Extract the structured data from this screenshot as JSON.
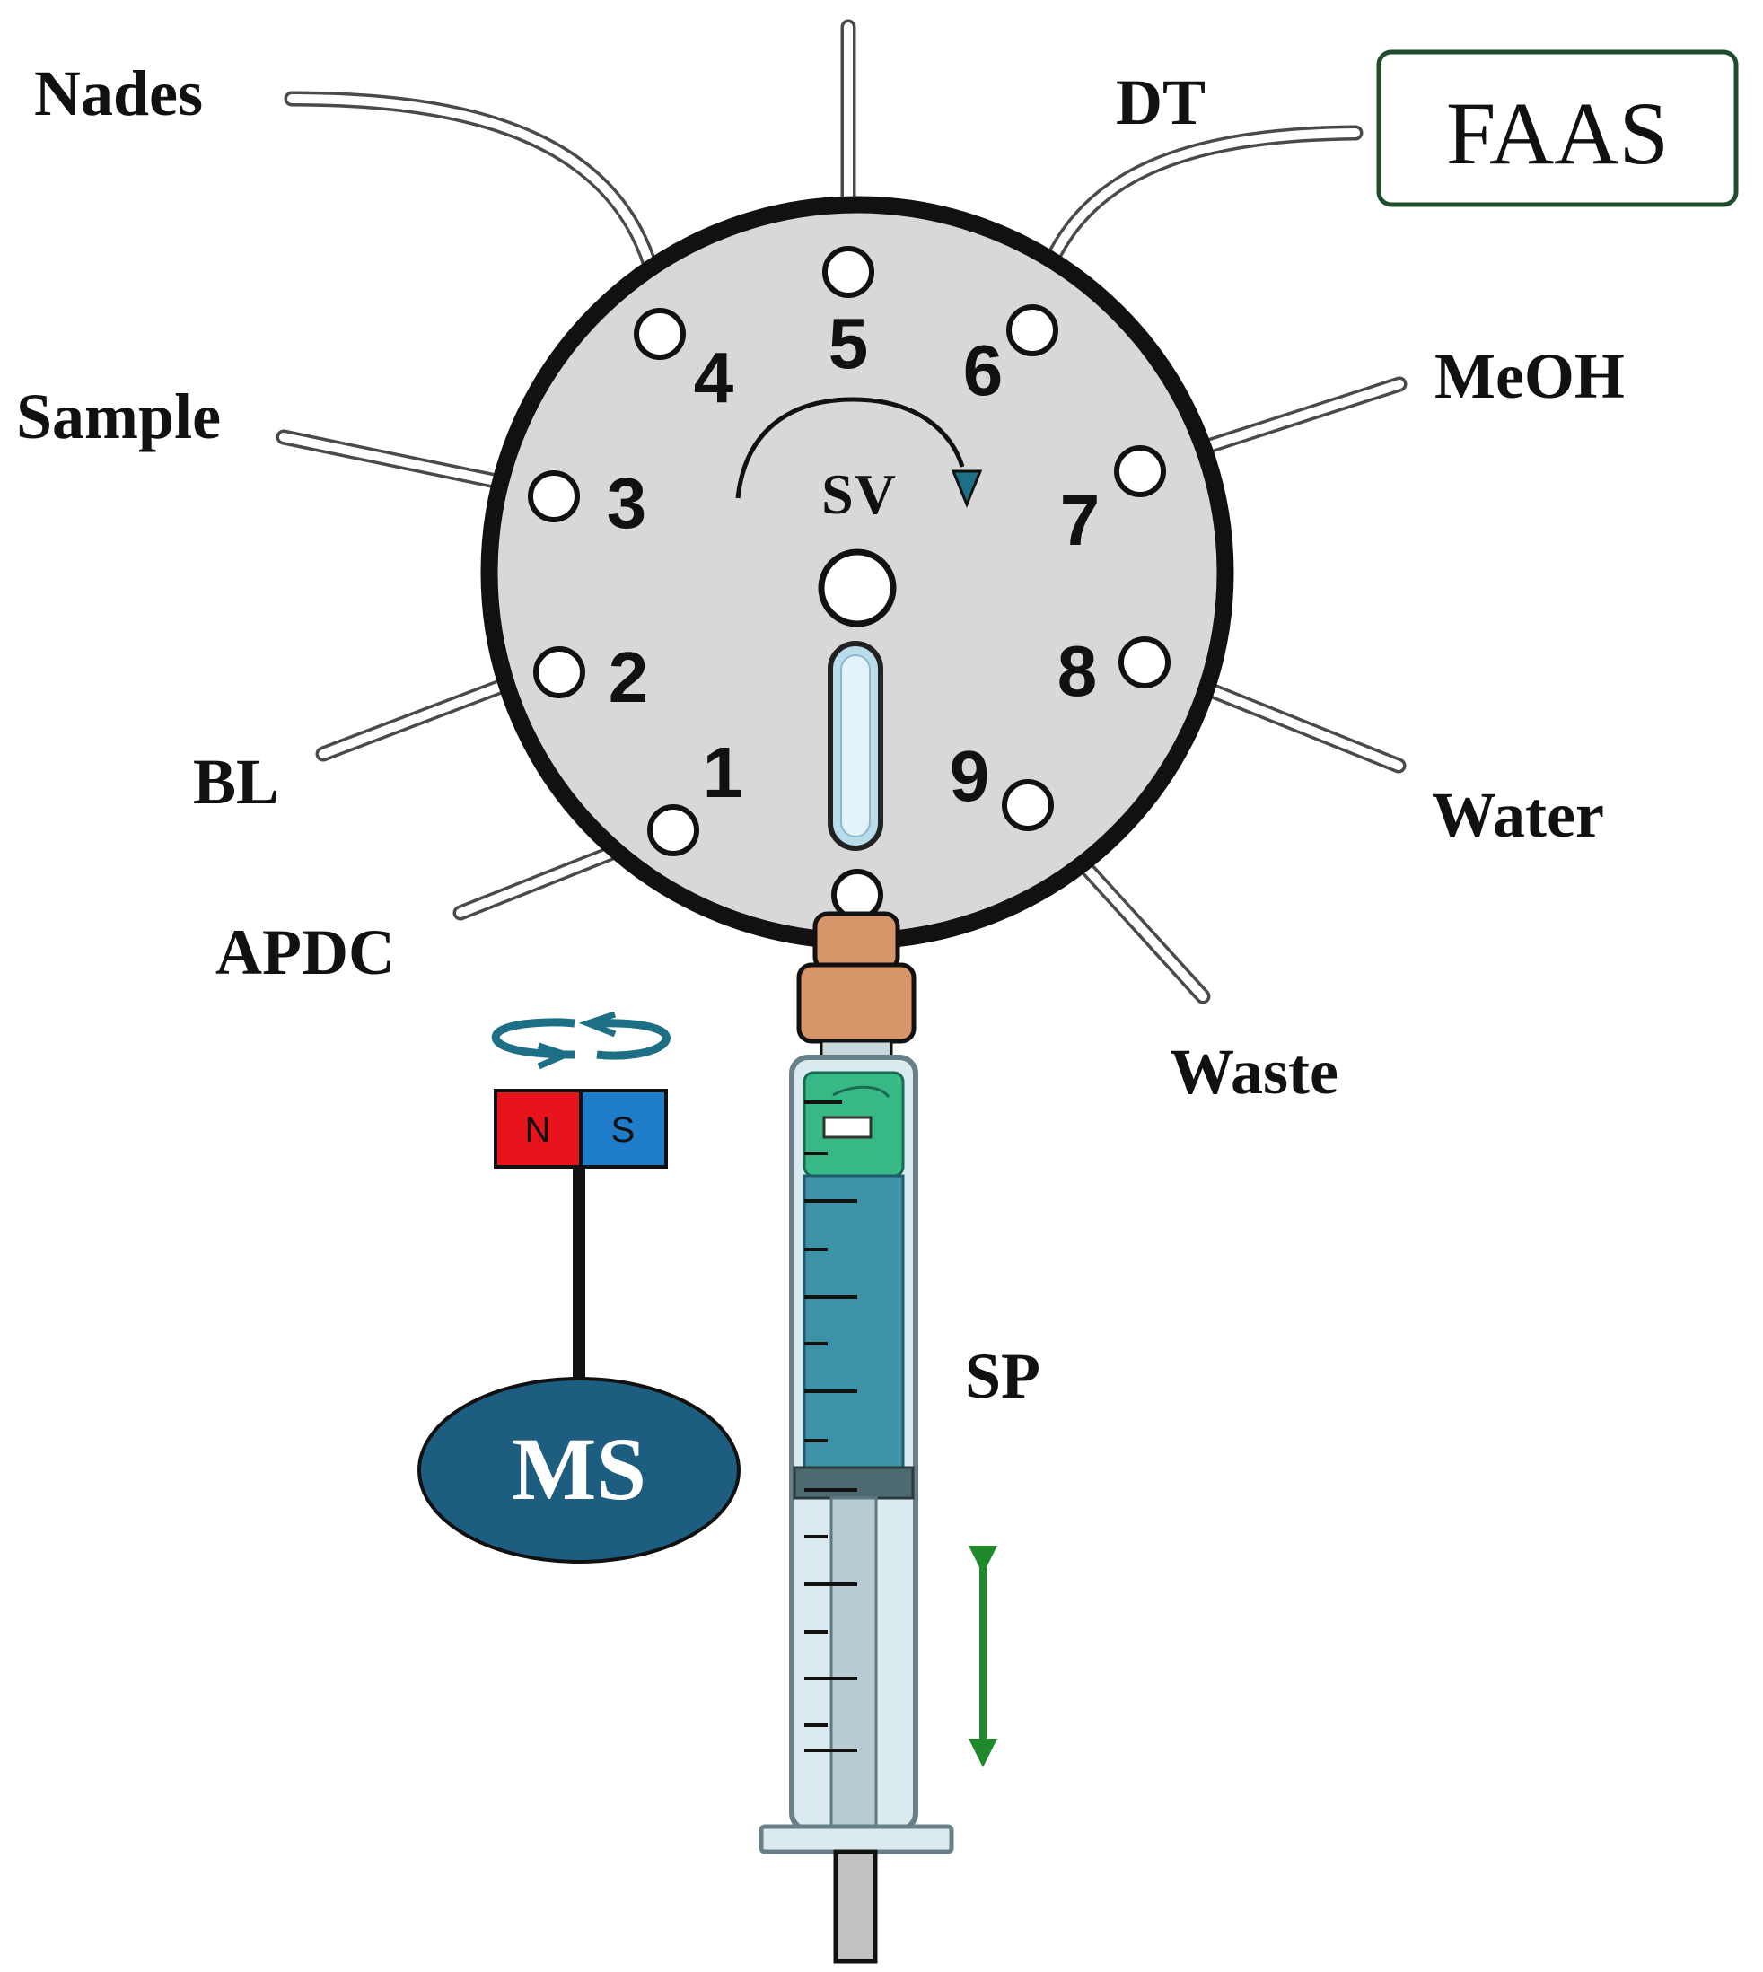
{
  "labels": {
    "nades": "Nades",
    "dt": "DT",
    "faas": "FAAS",
    "sample": "Sample",
    "meoh": "MeOH",
    "bl": "BL",
    "water": "Water",
    "apdc": "APDC",
    "waste": "Waste",
    "sv": "SV",
    "sp": "SP",
    "ms": "MS",
    "magnet_n": "N",
    "magnet_s": "S"
  },
  "ports": {
    "p1": "1",
    "p2": "2",
    "p3": "3",
    "p4": "4",
    "p5": "5",
    "p6": "6",
    "p7": "7",
    "p8": "8",
    "p9": "9"
  },
  "colors": {
    "valve_body": "#d8d8d8",
    "faas_border": "#1f4d2b",
    "magnet_north": "#e8141c",
    "magnet_south": "#1e7cc9",
    "motor_fill": "#1d5e80",
    "syringe_liquid": "#3c93a7",
    "syringe_top": "#36b985",
    "fitting": "#d9956a",
    "stroke_arrow": "#1f8a2b",
    "rotation_arrow": "#1d6f85"
  },
  "icons": [
    "rotation-arrow-icon",
    "magnet-icon",
    "double-arrow-icon",
    "syringe-icon"
  ]
}
